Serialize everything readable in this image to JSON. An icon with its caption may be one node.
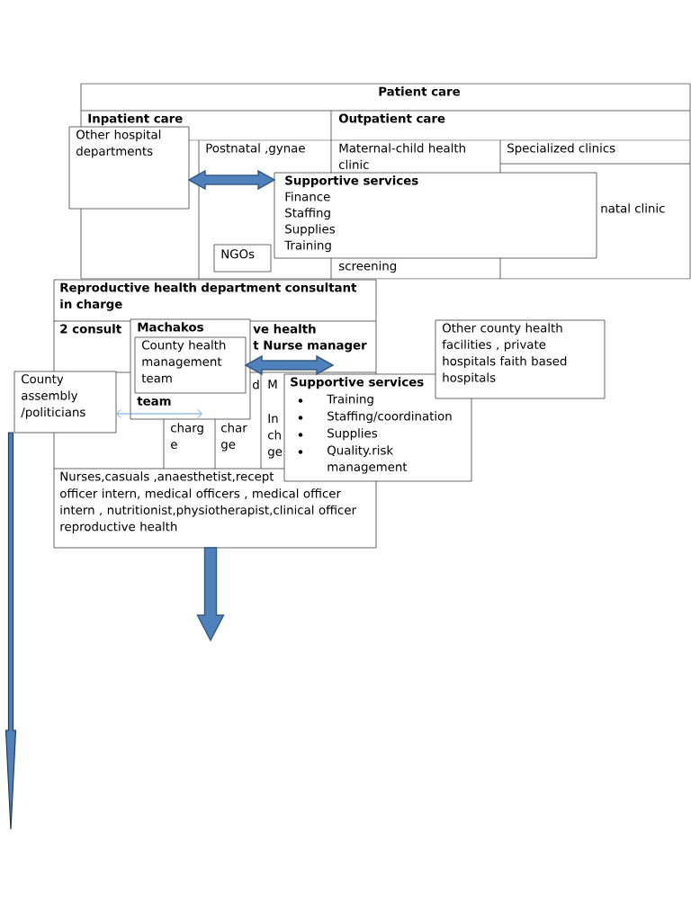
{
  "diagram": {
    "nodes": [
      {
        "text": [
          "Patient care",
          "Inpatient care",
          "Outpatient care",
          "Postnatal ,gynae",
          "Maternal-child health clinic",
          "Specialized clinics",
          "natal clinic",
          "screening"
        ]
      },
      {
        "text": [
          "Other hospital departments"
        ]
      },
      {
        "text": [
          "Supportive services",
          "Finance",
          "Staffing",
          "Supplies",
          "Training"
        ],
        "in": 0
      },
      {
        "text": [
          "NGOs"
        ],
        "in": 0
      },
      {
        "text": [
          "Reproductive health department consultant in charge",
          "2 consult",
          "ve health",
          "t Nurse manager",
          "charg e",
          "d",
          "char ge",
          "M",
          "In ch ge",
          "Nurses,casuals ,anaesthetist,recept",
          "officer intern, medical officers , medical officer intern , nutritionist,physiotherapist,clinical officer reproductive health"
        ]
      },
      {
        "text": [
          "Machakos",
          "team"
        ],
        "in": 4
      },
      {
        "text": [
          "County health management team"
        ],
        "in": 5
      },
      {
        "text": [
          "Other county health facilities , private hospitals faith based hospitals"
        ]
      },
      {
        "text": [
          "County assembly /politicians"
        ]
      },
      {
        "text": [
          "Supportive services",
          "Training",
          "Staffing/coordination",
          "Supplies",
          "Quality.risk management"
        ]
      }
    ],
    "edges": [
      {
        "from": 1,
        "to": 2,
        "arrow": "both",
        "style": "thick"
      },
      {
        "from": 6,
        "to": 9,
        "arrow": "both",
        "style": "thick"
      },
      {
        "from": 8,
        "to": 5,
        "arrow": "both",
        "color": "#5b9bd5"
      },
      {
        "from": 8,
        "to": null,
        "arrow": "to",
        "style": "thick"
      },
      {
        "from": 4,
        "to": null,
        "arrow": "to",
        "style": "thick"
      }
    ]
  }
}
